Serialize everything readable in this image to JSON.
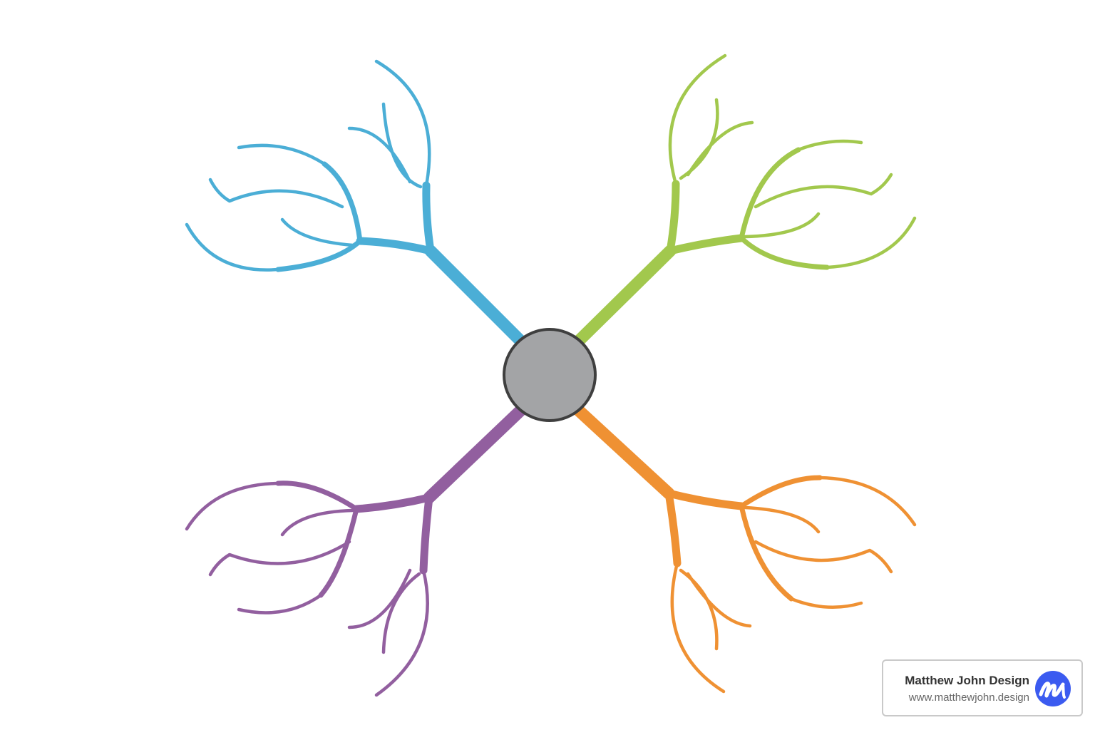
{
  "diagram": {
    "center_color": "#a3a4a6",
    "center_border_color": "#3f3f3f",
    "branches": [
      {
        "id": "top-left",
        "color": "#4baed6"
      },
      {
        "id": "top-right",
        "color": "#a2c84d"
      },
      {
        "id": "bottom-left",
        "color": "#925f9f"
      },
      {
        "id": "bottom-right",
        "color": "#ef9133"
      }
    ]
  },
  "watermark": {
    "name": "Matthew John Design",
    "url": "www.matthewjohn.design",
    "logo_color": "#3b5bf0",
    "logo_icon": "script-m-logo-icon"
  }
}
